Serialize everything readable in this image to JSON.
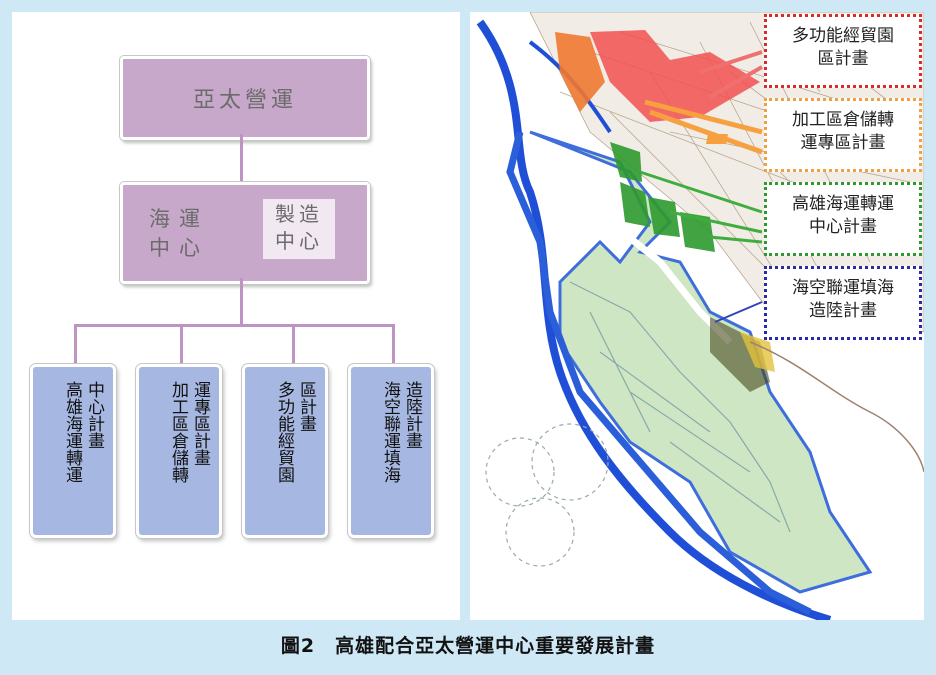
{
  "org_chart": {
    "top": "亞太營運",
    "middle_left": [
      "海運",
      "中心"
    ],
    "middle_right": [
      "製造",
      "中心"
    ],
    "leaves": [
      {
        "col1": "中心計畫",
        "col2": "高雄海運轉運"
      },
      {
        "col1": "運專區計畫",
        "col2": "加工區倉儲轉"
      },
      {
        "col1": "區計畫",
        "col2": "多功能經貿園"
      },
      {
        "col1": "造陸計畫",
        "col2": "海空聯運填海"
      }
    ]
  },
  "map": {
    "labels": [
      {
        "lines": [
          "多功能經貿園",
          "區計畫"
        ],
        "color": "#d92b2b"
      },
      {
        "lines": [
          "加工區倉儲轉",
          "運專區計畫"
        ],
        "color": "#f0a040"
      },
      {
        "lines": [
          "高雄海運轉運",
          "中心計畫"
        ],
        "color": "#2e9a2e"
      },
      {
        "lines": [
          "海空聯運填海",
          "造陸計畫"
        ],
        "color": "#2a2aa8"
      }
    ]
  },
  "caption": "圖2　高雄配合亞太營運中心重要發展計畫"
}
